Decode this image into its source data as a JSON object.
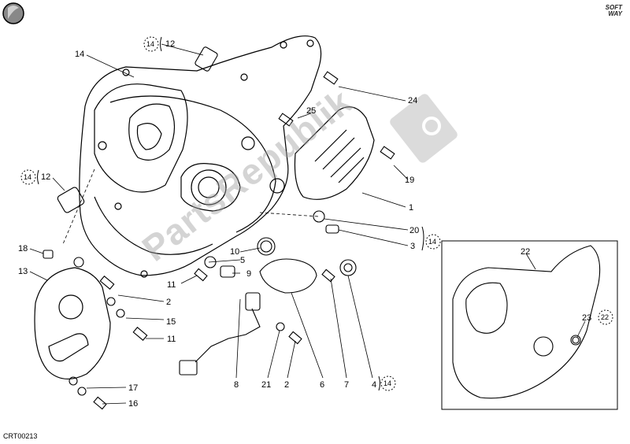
{
  "watermark": "PartsRepublik",
  "logo": {
    "line1": "SOFT",
    "line2": "WAY"
  },
  "drawing_code": "CRT00213",
  "callouts": [
    {
      "id": "c14a",
      "text": "14"
    },
    {
      "id": "c24",
      "text": "24"
    },
    {
      "id": "c25",
      "text": "25"
    },
    {
      "id": "c19",
      "text": "19"
    },
    {
      "id": "c1",
      "text": "1"
    },
    {
      "id": "c20",
      "text": "20"
    },
    {
      "id": "c3",
      "text": "3"
    },
    {
      "id": "c18",
      "text": "18"
    },
    {
      "id": "c13",
      "text": "13"
    },
    {
      "id": "c10",
      "text": "10"
    },
    {
      "id": "c5",
      "text": "5"
    },
    {
      "id": "c9",
      "text": "9"
    },
    {
      "id": "c11a",
      "text": "11"
    },
    {
      "id": "c2a",
      "text": "2"
    },
    {
      "id": "c15",
      "text": "15"
    },
    {
      "id": "c11b",
      "text": "11"
    },
    {
      "id": "c17",
      "text": "17"
    },
    {
      "id": "c16",
      "text": "16"
    },
    {
      "id": "c8",
      "text": "8"
    },
    {
      "id": "c21",
      "text": "21"
    },
    {
      "id": "c2b",
      "text": "2"
    },
    {
      "id": "c6",
      "text": "6"
    },
    {
      "id": "c7",
      "text": "7"
    },
    {
      "id": "c4",
      "text": "4"
    },
    {
      "id": "c22",
      "text": "22"
    },
    {
      "id": "c23",
      "text": "23"
    }
  ],
  "references": [
    {
      "id": "r1",
      "circle": "14",
      "part": "12"
    },
    {
      "id": "r2",
      "circle": "14",
      "part": "12"
    },
    {
      "id": "r3",
      "circle": "14"
    },
    {
      "id": "r4",
      "circle": "14"
    },
    {
      "id": "r5",
      "circle": "22"
    }
  ]
}
